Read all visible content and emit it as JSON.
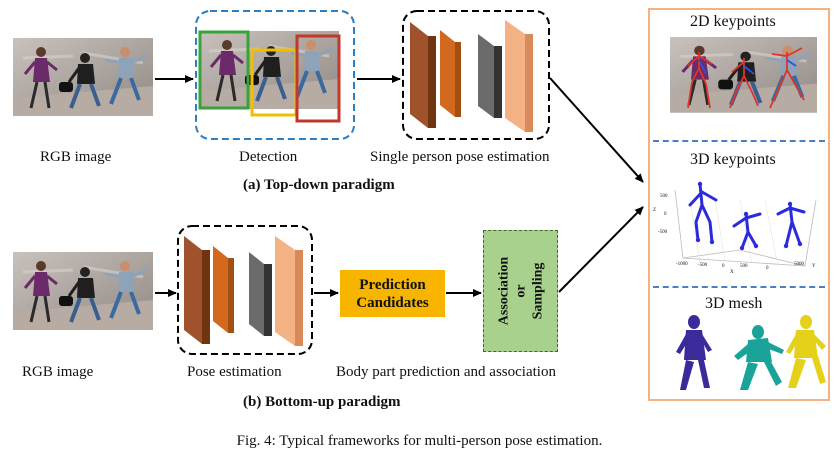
{
  "labels": {
    "rgb_image_top": "RGB image",
    "detection": "Detection",
    "single_person": "Single person pose estimation",
    "topdown_title": "(a) Top-down paradigm",
    "rgb_image_bottom": "RGB image",
    "pose_estimation": "Pose estimation",
    "body_part": "Body part prediction and association",
    "bottomup_title": "(b) Bottom-up paradigm",
    "prediction_line1": "Prediction",
    "prediction_line2": "Candidates",
    "assoc_line1": "Association",
    "assoc_line2": "or",
    "assoc_line3": "Sampling",
    "kp2d": "2D keypoints",
    "kp3d": "3D keypoints",
    "mesh3d": "3D mesh"
  },
  "plot3d_ticks": {
    "z_ticks": [
      "500",
      "0",
      "-500"
    ],
    "x_ticks": [
      "-1000",
      "-500",
      "0",
      "500"
    ],
    "y_ticks": [
      "5000",
      "0"
    ],
    "axis_x": "X",
    "axis_y": "Y",
    "axis_z": "Z"
  },
  "caption": "Fig. 4: Typical frameworks for multi-person pose estimation.",
  "colors": {
    "detect_box": "#2e7fc1",
    "person_green": "#3aa23a",
    "person_yellow": "#f0c000",
    "person_red": "#c0392b",
    "layer_brown": "#8b4513",
    "layer_orange": "#d2691e",
    "layer_gray": "#555555",
    "layer_peach": "#f4b183",
    "prediction": "#f7b500",
    "association": "#a9d18e",
    "right_border": "#f4b183",
    "skeleton_blue": "#2b2bdc"
  }
}
